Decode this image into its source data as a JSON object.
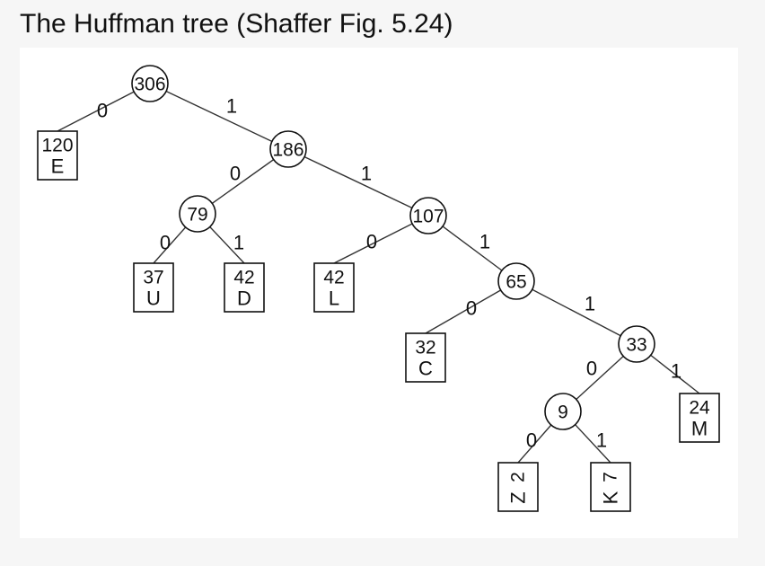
{
  "title": "The Huffman tree (Shaffer Fig. 5.24)",
  "diagram": {
    "internal_nodes": [
      {
        "id": "n306",
        "weight": "306"
      },
      {
        "id": "n186",
        "weight": "186"
      },
      {
        "id": "n79",
        "weight": "79"
      },
      {
        "id": "n107",
        "weight": "107"
      },
      {
        "id": "n65",
        "weight": "65"
      },
      {
        "id": "n33",
        "weight": "33"
      },
      {
        "id": "n9",
        "weight": "9"
      }
    ],
    "leaf_nodes": [
      {
        "id": "E",
        "weight": "120",
        "letter": "E"
      },
      {
        "id": "U",
        "weight": "37",
        "letter": "U"
      },
      {
        "id": "D",
        "weight": "42",
        "letter": "D"
      },
      {
        "id": "L",
        "weight": "42",
        "letter": "L"
      },
      {
        "id": "C",
        "weight": "32",
        "letter": "C"
      },
      {
        "id": "M",
        "weight": "24",
        "letter": "M"
      },
      {
        "id": "Z",
        "weight": "2",
        "letter": "Z"
      },
      {
        "id": "K",
        "weight": "7",
        "letter": "K"
      }
    ],
    "edges": [
      {
        "from": "n306",
        "to": "E",
        "label": "0"
      },
      {
        "from": "n306",
        "to": "n186",
        "label": "1"
      },
      {
        "from": "n186",
        "to": "n79",
        "label": "0"
      },
      {
        "from": "n186",
        "to": "n107",
        "label": "1"
      },
      {
        "from": "n79",
        "to": "U",
        "label": "0"
      },
      {
        "from": "n79",
        "to": "D",
        "label": "1"
      },
      {
        "from": "n107",
        "to": "L",
        "label": "0"
      },
      {
        "from": "n107",
        "to": "n65",
        "label": "1"
      },
      {
        "from": "n65",
        "to": "C",
        "label": "0"
      },
      {
        "from": "n65",
        "to": "n33",
        "label": "1"
      },
      {
        "from": "n33",
        "to": "n9",
        "label": "0"
      },
      {
        "from": "n33",
        "to": "M",
        "label": "1"
      },
      {
        "from": "n9",
        "to": "Z",
        "label": "0"
      },
      {
        "from": "n9",
        "to": "K",
        "label": "1"
      }
    ]
  }
}
